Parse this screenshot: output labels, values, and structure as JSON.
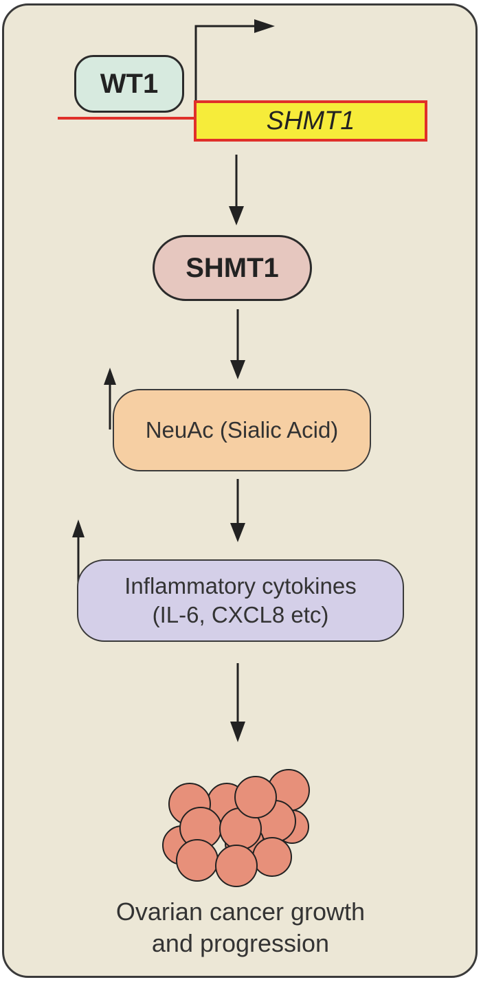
{
  "nodes": {
    "regulator": "WT1",
    "gene": "SHMT1",
    "protein": "SHMT1",
    "metabolite": "NeuAc (Sialic Acid)",
    "cytokines_line1": "Inflammatory cytokines",
    "cytokines_line2": "(IL-6, CXCL8 etc)",
    "outcome_line1": "Ovarian cancer growth",
    "outcome_line2": "and progression"
  },
  "colors": {
    "panel": "#ece7d6",
    "regulator_fill": "#d7eadf",
    "gene_fill": "#f6ec3a",
    "gene_border": "#e0302a",
    "protein_fill": "#e6c7bf",
    "metabolite_fill": "#f6cfa3",
    "cytokines_fill": "#d4cfe8",
    "tumor_cells": "#e7907a"
  },
  "icons": {
    "tss": "transcription-start-arrow-icon",
    "tumor": "tumor-cell-cluster-icon",
    "increase": "up-arrow-icon"
  }
}
